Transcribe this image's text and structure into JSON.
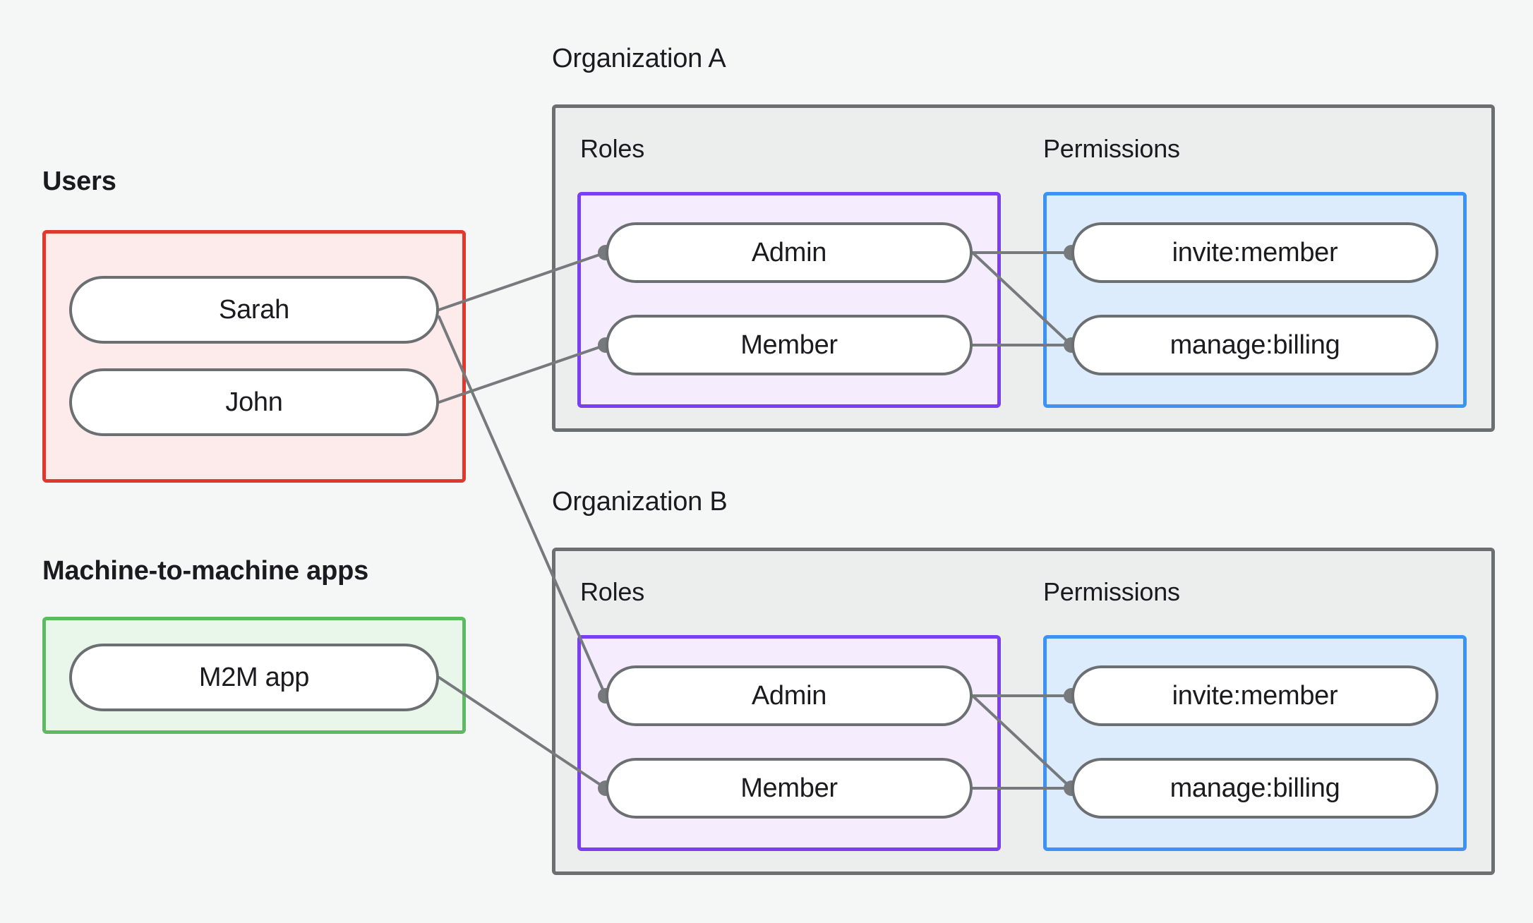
{
  "diagram": {
    "title_users": "Users",
    "title_m2m": "Machine-to-machine apps",
    "org_a_label": "Organization A",
    "org_b_label": "Organization B",
    "section_roles_label": "Roles",
    "section_permissions_label": "Permissions",
    "users": [
      {
        "id": "sarah",
        "label": "Sarah"
      },
      {
        "id": "john",
        "label": "John"
      }
    ],
    "m2m_apps": [
      {
        "id": "m2m",
        "label": "M2M app"
      }
    ],
    "org_a": {
      "label": "Organization A",
      "roles_label": "Roles",
      "permissions_label": "Permissions",
      "roles": [
        {
          "id": "a-admin",
          "label": "Admin"
        },
        {
          "id": "a-member",
          "label": "Member"
        }
      ],
      "permissions": [
        {
          "id": "a-invite",
          "label": "invite:member"
        },
        {
          "id": "a-billing",
          "label": "manage:billing"
        }
      ]
    },
    "org_b": {
      "label": "Organization B",
      "roles_label": "Roles",
      "permissions_label": "Permissions",
      "roles": [
        {
          "id": "b-admin",
          "label": "Admin"
        },
        {
          "id": "b-member",
          "label": "Member"
        }
      ],
      "permissions": [
        {
          "id": "b-invite",
          "label": "invite:member"
        },
        {
          "id": "b-billing",
          "label": "manage:billing"
        }
      ]
    },
    "edges": [
      {
        "from": "sarah",
        "to": "a-admin"
      },
      {
        "from": "john",
        "to": "a-member"
      },
      {
        "from": "sarah",
        "to": "b-admin"
      },
      {
        "from": "m2m",
        "to": "b-member"
      },
      {
        "from": "a-admin",
        "to": "a-invite"
      },
      {
        "from": "a-admin",
        "to": "a-billing"
      },
      {
        "from": "a-member",
        "to": "a-billing"
      },
      {
        "from": "b-admin",
        "to": "b-invite"
      },
      {
        "from": "b-admin",
        "to": "b-billing"
      },
      {
        "from": "b-member",
        "to": "b-billing"
      }
    ],
    "colors": {
      "background": "#f5f7f6",
      "users_border": "#e0382c",
      "users_fill": "#fdeaea",
      "m2m_border": "#5cba63",
      "m2m_fill": "#e9f6ea",
      "org_border": "#6b6f72",
      "org_fill": "#eceeed",
      "roles_border": "#7a3ff2",
      "roles_fill": "#f5ecfe",
      "permissions_border": "#3d92f5",
      "permissions_fill": "#dcecfd",
      "node_border": "#6b6f72",
      "node_fill": "#ffffff",
      "edge_stroke": "#767a7d",
      "text": "#1b1b1f"
    }
  }
}
